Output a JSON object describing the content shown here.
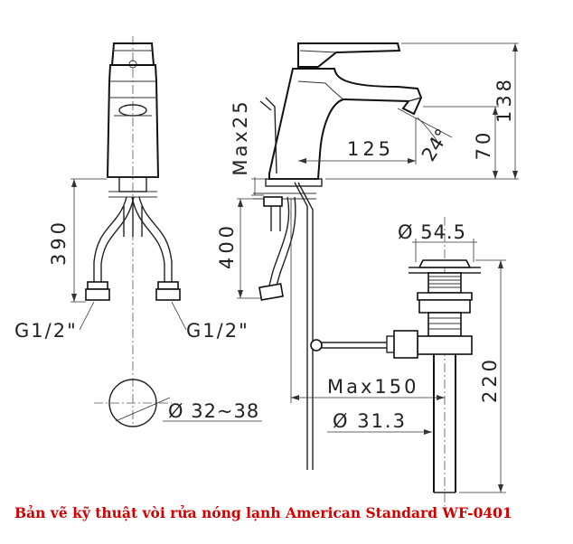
{
  "caption": "Bản vẽ kỹ thuật vòi rửa nóng lạnh American Standard WF-0401",
  "dimensions": {
    "total_height": "138",
    "spout_height": "70",
    "spout_reach": "125",
    "spout_angle": "24°",
    "deck_thickness": "Max25",
    "hose_length_front": "390",
    "hose_length_side": "400",
    "thread_left": "G1/2\"",
    "thread_right": "G1/2\"",
    "hole_diameter": "Ø 32~38",
    "drain_diameter": "Ø 54.5",
    "drain_depth": "220",
    "drain_offset": "Max150",
    "pipe_diameter": "Ø 31.3"
  }
}
